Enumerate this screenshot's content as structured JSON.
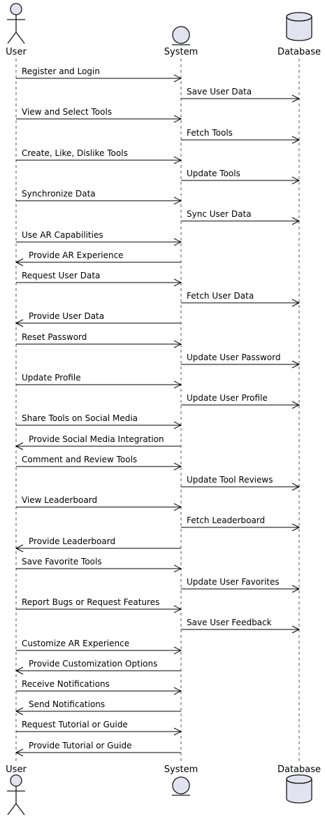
{
  "participants": [
    {
      "id": "user",
      "label": "User",
      "kind": "actor"
    },
    {
      "id": "system",
      "label": "System",
      "kind": "entity"
    },
    {
      "id": "database",
      "label": "Database",
      "kind": "database"
    }
  ],
  "messages": [
    {
      "from": "user",
      "to": "system",
      "label": "Register and Login"
    },
    {
      "from": "system",
      "to": "database",
      "label": "Save User Data"
    },
    {
      "from": "user",
      "to": "system",
      "label": "View and Select Tools"
    },
    {
      "from": "system",
      "to": "database",
      "label": "Fetch Tools"
    },
    {
      "from": "user",
      "to": "system",
      "label": "Create, Like, Dislike Tools"
    },
    {
      "from": "system",
      "to": "database",
      "label": "Update Tools"
    },
    {
      "from": "user",
      "to": "system",
      "label": "Synchronize Data"
    },
    {
      "from": "system",
      "to": "database",
      "label": "Sync User Data"
    },
    {
      "from": "user",
      "to": "system",
      "label": "Use AR Capabilities"
    },
    {
      "from": "system",
      "to": "user",
      "label": "Provide AR Experience"
    },
    {
      "from": "user",
      "to": "system",
      "label": "Request User Data"
    },
    {
      "from": "system",
      "to": "database",
      "label": "Fetch User Data"
    },
    {
      "from": "system",
      "to": "user",
      "label": "Provide User Data"
    },
    {
      "from": "user",
      "to": "system",
      "label": "Reset Password"
    },
    {
      "from": "system",
      "to": "database",
      "label": "Update User Password"
    },
    {
      "from": "user",
      "to": "system",
      "label": "Update Profile"
    },
    {
      "from": "system",
      "to": "database",
      "label": "Update User Profile"
    },
    {
      "from": "user",
      "to": "system",
      "label": "Share Tools on Social Media"
    },
    {
      "from": "system",
      "to": "user",
      "label": "Provide Social Media Integration"
    },
    {
      "from": "user",
      "to": "system",
      "label": "Comment and Review Tools"
    },
    {
      "from": "system",
      "to": "database",
      "label": "Update Tool Reviews"
    },
    {
      "from": "user",
      "to": "system",
      "label": "View Leaderboard"
    },
    {
      "from": "system",
      "to": "database",
      "label": "Fetch Leaderboard"
    },
    {
      "from": "system",
      "to": "user",
      "label": "Provide Leaderboard"
    },
    {
      "from": "user",
      "to": "system",
      "label": "Save Favorite Tools"
    },
    {
      "from": "system",
      "to": "database",
      "label": "Update User Favorites"
    },
    {
      "from": "user",
      "to": "system",
      "label": "Report Bugs or Request Features"
    },
    {
      "from": "system",
      "to": "database",
      "label": "Save User Feedback"
    },
    {
      "from": "user",
      "to": "system",
      "label": "Customize AR Experience"
    },
    {
      "from": "system",
      "to": "user",
      "label": "Provide Customization Options"
    },
    {
      "from": "user",
      "to": "system",
      "label": "Receive Notifications"
    },
    {
      "from": "system",
      "to": "user",
      "label": "Send Notifications"
    },
    {
      "from": "user",
      "to": "system",
      "label": "Request Tutorial or Guide"
    },
    {
      "from": "system",
      "to": "user",
      "label": "Provide Tutorial or Guide"
    }
  ]
}
